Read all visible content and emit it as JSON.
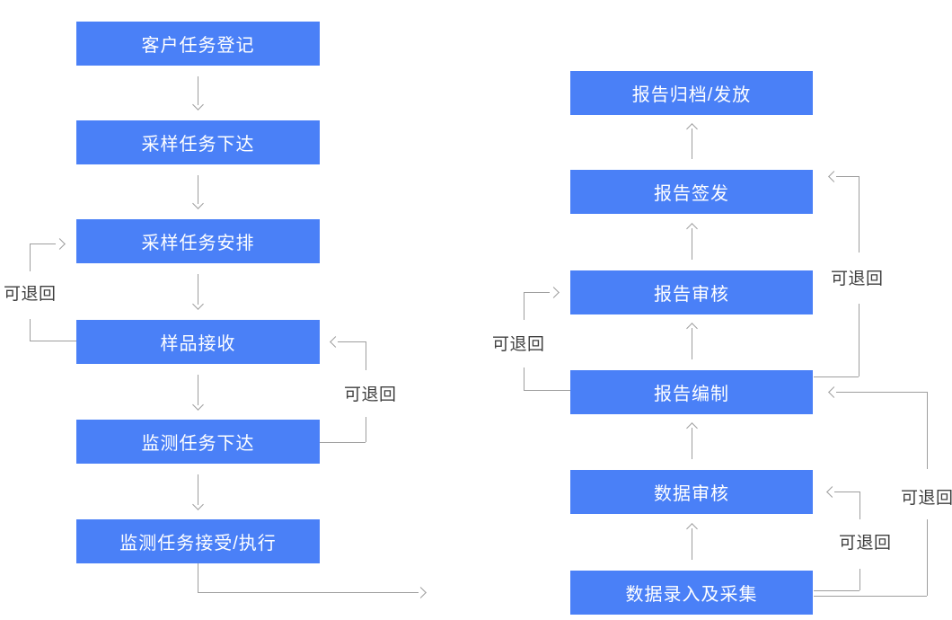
{
  "diagram": {
    "left_column": {
      "boxes": [
        {
          "label": "客户任务登记"
        },
        {
          "label": "采样任务下达"
        },
        {
          "label": "采样任务安排"
        },
        {
          "label": "样品接收"
        },
        {
          "label": "监测任务下达"
        },
        {
          "label": "监测任务接受/执行"
        }
      ]
    },
    "right_column": {
      "boxes": [
        {
          "label": "报告归档/发放"
        },
        {
          "label": "报告签发"
        },
        {
          "label": "报告审核"
        },
        {
          "label": "报告编制"
        },
        {
          "label": "数据审核"
        },
        {
          "label": "数据录入及采集"
        }
      ]
    },
    "return_labels": [
      "可退回",
      "可退回",
      "可退回",
      "可退回",
      "可退回",
      "可退回"
    ]
  },
  "colors": {
    "box-blue": "#4a80f7",
    "box-text": "#ffffff",
    "line-gray": "#9e9e9e",
    "label-gray": "#404040"
  }
}
